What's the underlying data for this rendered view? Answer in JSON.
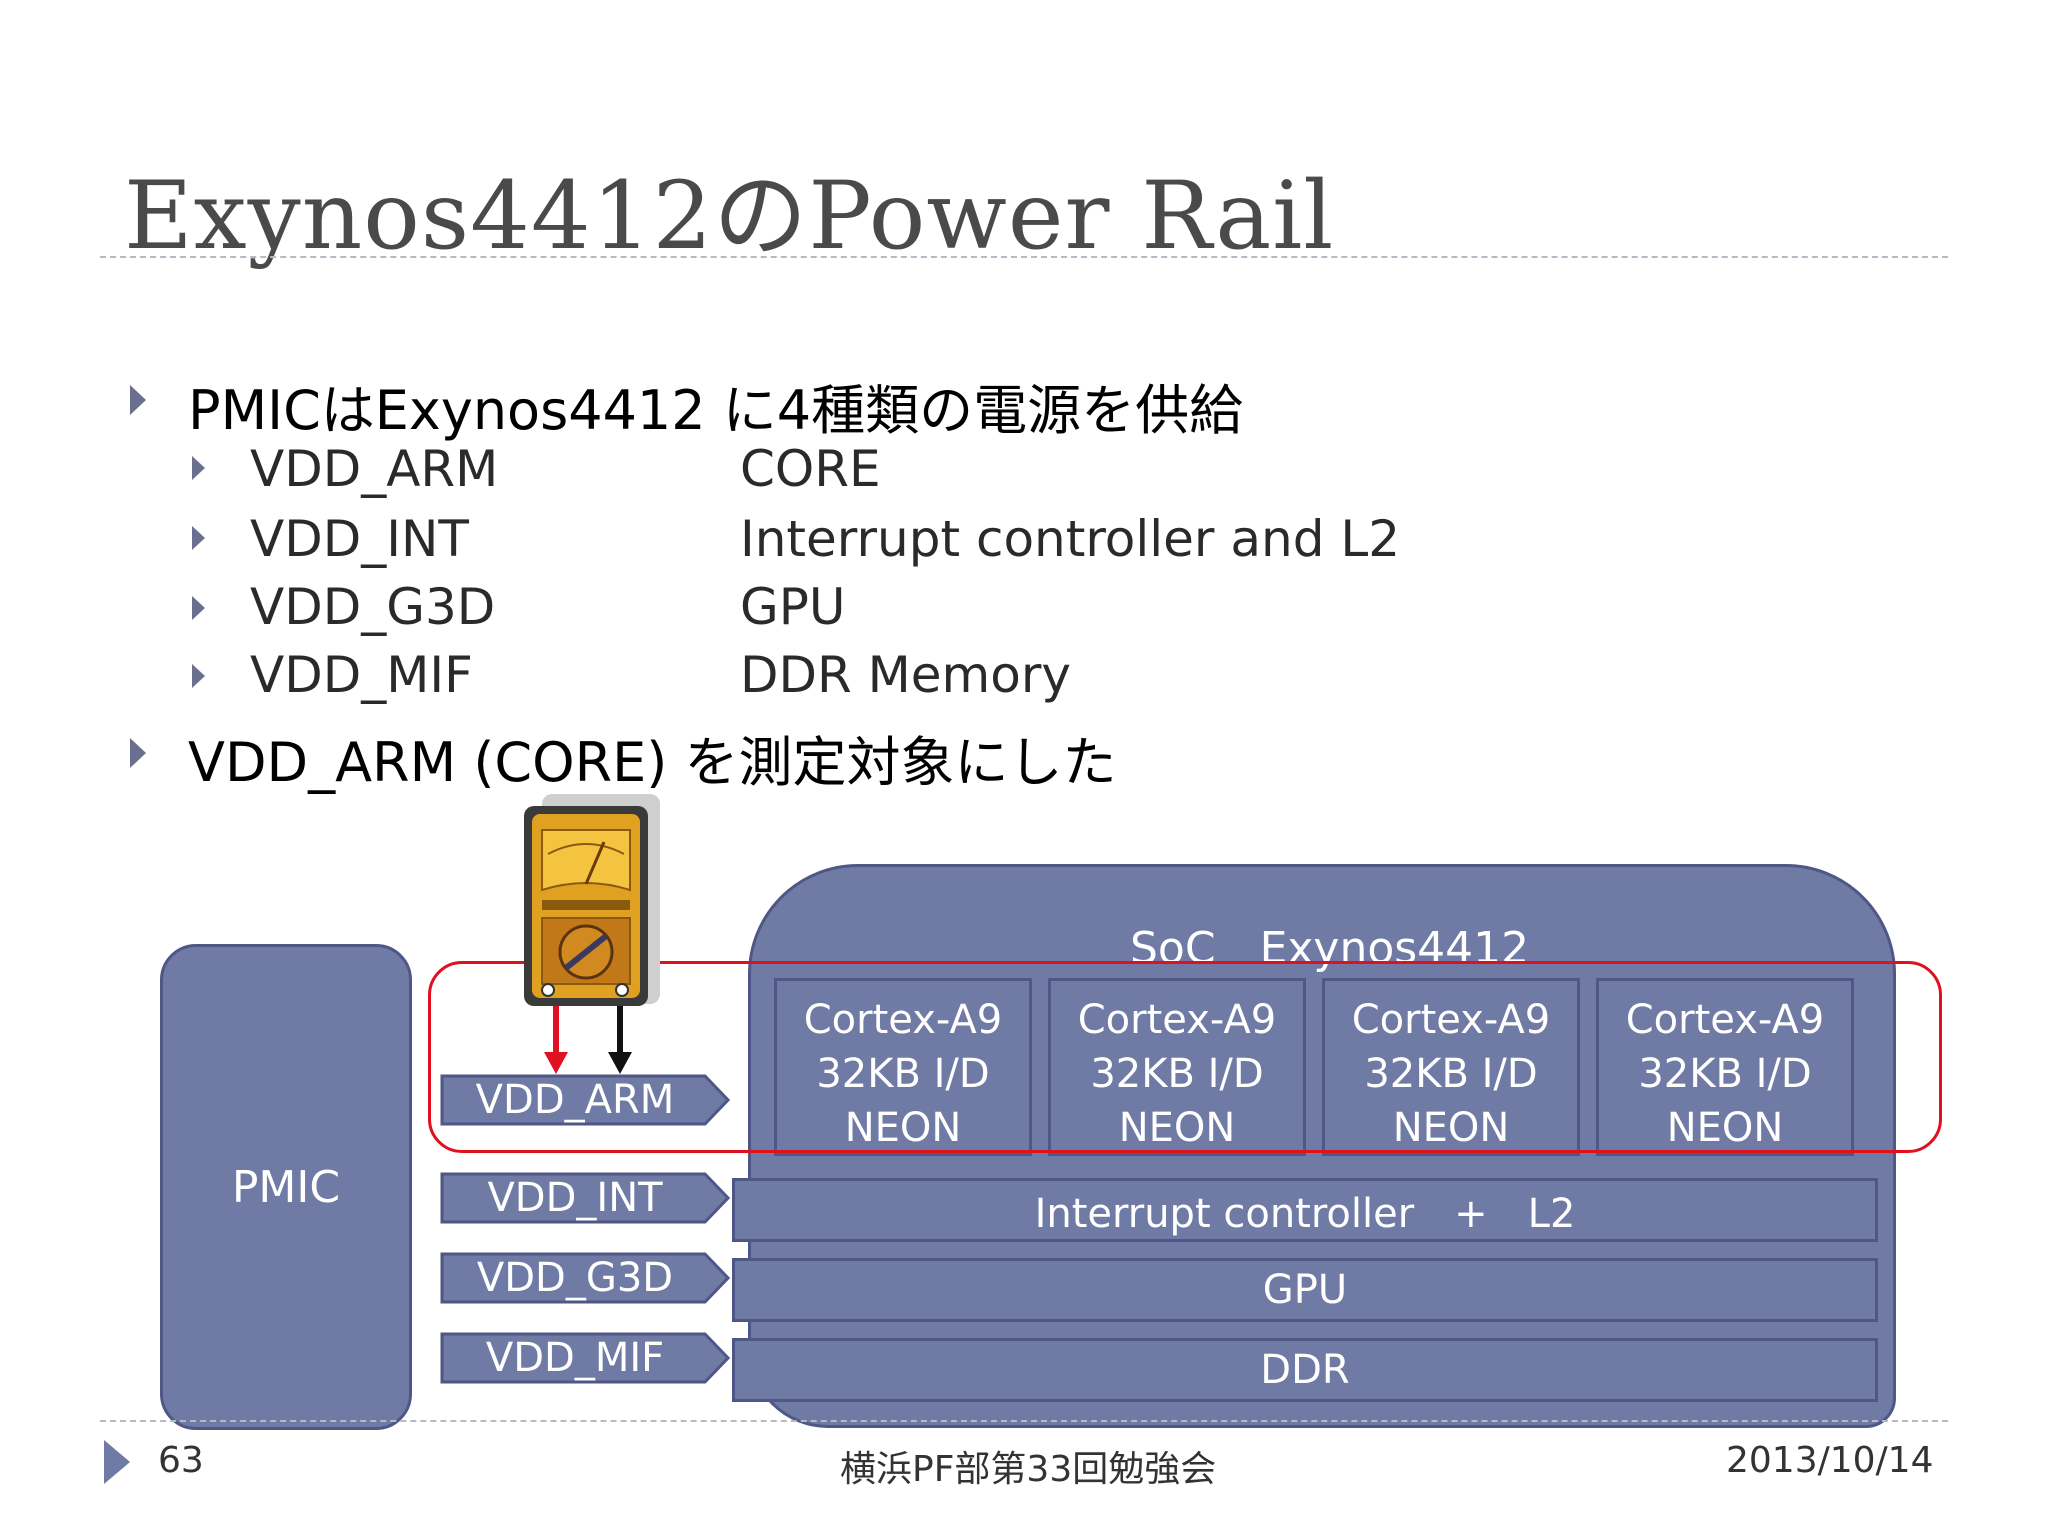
{
  "slide": {
    "title": "Exynos4412のPower Rail",
    "bullets": [
      {
        "text": "PMICはExynos4412 に4種類の電源を供給"
      },
      {
        "text": "VDD_ARM (CORE) を測定対象にした"
      }
    ],
    "rails_list": [
      {
        "name": "VDD_ARM",
        "desc": "CORE"
      },
      {
        "name": "VDD_INT",
        "desc": "Interrupt controller and L2"
      },
      {
        "name": "VDD_G3D",
        "desc": "GPU"
      },
      {
        "name": "VDD_MIF",
        "desc": "DDR Memory"
      }
    ]
  },
  "diagram": {
    "pmic_label": "PMIC",
    "soc_label": "SoC　Exynos4412",
    "cores": [
      {
        "line1": "Cortex-A9",
        "line2": "32KB I/D",
        "line3": "NEON"
      },
      {
        "line1": "Cortex-A9",
        "line2": "32KB I/D",
        "line3": "NEON"
      },
      {
        "line1": "Cortex-A9",
        "line2": "32KB I/D",
        "line3": "NEON"
      },
      {
        "line1": "Cortex-A9",
        "line2": "32KB I/D",
        "line3": "NEON"
      }
    ],
    "rails": [
      "VDD_ARM",
      "VDD_INT",
      "VDD_G3D",
      "VDD_MIF"
    ],
    "blocks": {
      "interrupt": "Interrupt controller　+　L2",
      "gpu": "GPU",
      "ddr": "DDR"
    },
    "colors": {
      "box": "#6f7aa5",
      "border": "#4e5785",
      "highlight": "#e01020"
    }
  },
  "footer": {
    "page_number": "63",
    "event": "横浜PF部第33回勉強会",
    "date": "2013/10/14"
  }
}
